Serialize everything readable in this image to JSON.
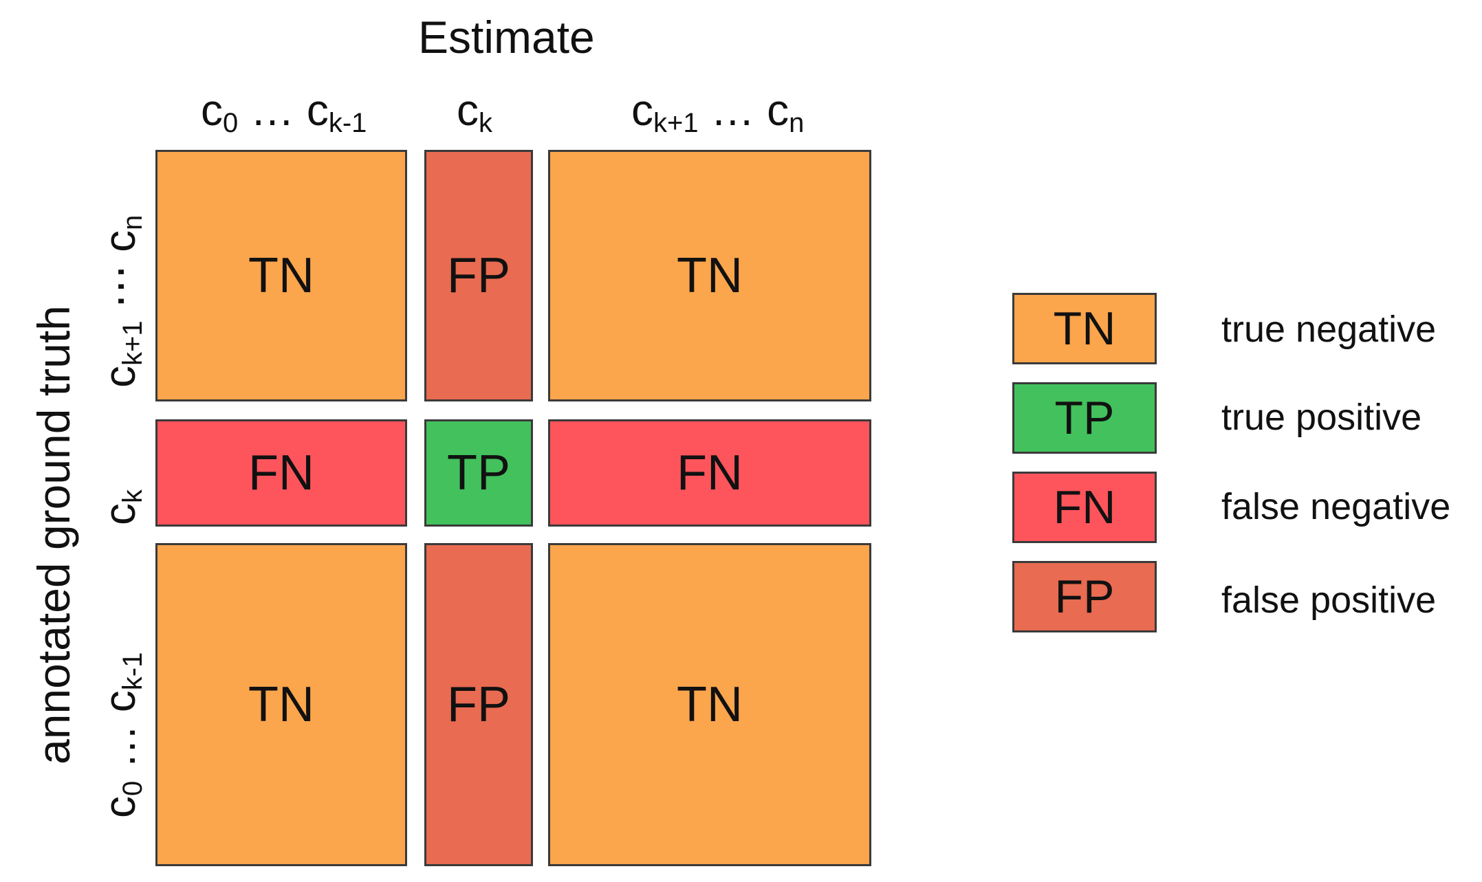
{
  "x_axis_title": "Estimate",
  "y_axis_title": "annotated ground truth",
  "column_labels": [
    {
      "main": "c",
      "sub": "0",
      "dots": " … ",
      "main2": "c",
      "sub2": "k-1"
    },
    {
      "main": "c",
      "sub": "k"
    },
    {
      "main": "c",
      "sub": "k+1",
      "dots": " … ",
      "main2": "c",
      "sub2": "n"
    }
  ],
  "row_labels": [
    {
      "main": "c",
      "sub": "k+1",
      "dots": " ⋯ ",
      "main2": "c",
      "sub2": "n"
    },
    {
      "main": "c",
      "sub": "k"
    },
    {
      "main": "c",
      "sub": "0",
      "dots": " … ",
      "main2": "c",
      "sub2": "k-1"
    }
  ],
  "matrix": [
    [
      "TN",
      "FP",
      "TN"
    ],
    [
      "FN",
      "TP",
      "FN"
    ],
    [
      "TN",
      "FP",
      "TN"
    ]
  ],
  "colors": {
    "TN": "#fba54c",
    "TP": "#43c15c",
    "FN": "#fe555c",
    "FP": "#e96b51"
  },
  "legend": [
    {
      "code": "TN",
      "label": "true negative"
    },
    {
      "code": "TP",
      "label": "true positive"
    },
    {
      "code": "FN",
      "label": "false negative"
    },
    {
      "code": "FP",
      "label": "false positive"
    }
  ]
}
